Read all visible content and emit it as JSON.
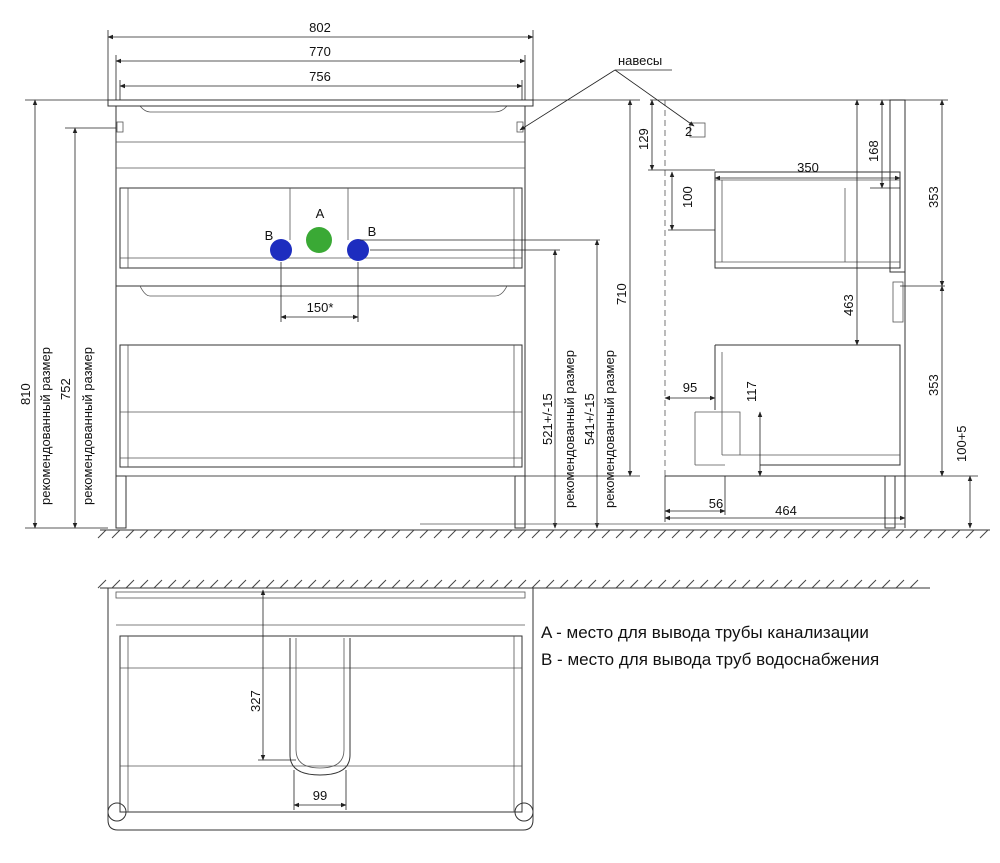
{
  "front_view": {
    "dims": {
      "width_total": "802",
      "width_body": "770",
      "width_inner": "756",
      "height_total": "810",
      "height_recommended": "752",
      "rec_label": "рекомендованный размер",
      "pipe_spacing": "150*",
      "height_b": "521+/-15",
      "height_b_rec": "541+/-15",
      "height_body": "710"
    },
    "markers": {
      "a": "A",
      "b": "B"
    },
    "colors": {
      "drain": "#3aa935",
      "water": "#1d2dbf"
    }
  },
  "side_view": {
    "dims": {
      "hangers_label": "навесы",
      "top_gap": "129",
      "rail_h": "100",
      "drawer_depth": "350",
      "top_offset": "168",
      "upper_h": "353",
      "mid": "463",
      "lower_h": "353",
      "toe": "117",
      "toe_depth": "95",
      "leg": "100+5",
      "foot": "56",
      "depth": "464"
    }
  },
  "top_view": {
    "dims": {
      "cutout_depth": "327",
      "cutout_width": "99"
    }
  },
  "legend": {
    "a": "A - место для вывода трубы канализации",
    "b": "B - место для вывода труб водоснабжения"
  }
}
